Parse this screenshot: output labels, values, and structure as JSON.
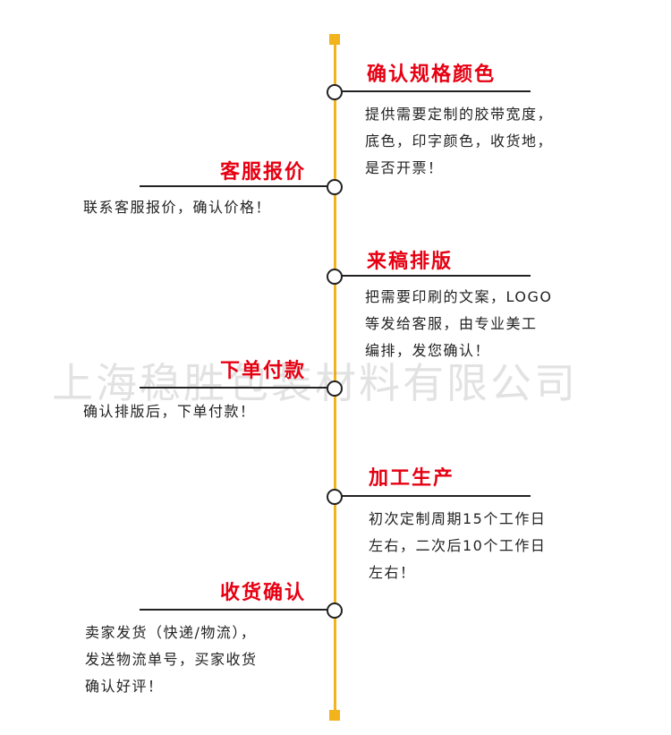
{
  "watermark": "上海稳胜包装材料有限公司",
  "steps": [
    {
      "title": "确认规格颜色",
      "lines": [
        "提供需要定制的胶带宽度，",
        "底色，印字颜色，收货地，",
        "是否开票！"
      ]
    },
    {
      "title": "客服报价",
      "lines": [
        "联系客服报价，确认价格！"
      ]
    },
    {
      "title": "来稿排版",
      "lines": [
        "把需要印刷的文案，LOGO",
        "等发给客服，由专业美工",
        "编排，发您确认！"
      ]
    },
    {
      "title": "下单付款",
      "lines": [
        "确认排版后，下单付款！"
      ]
    },
    {
      "title": "加工生产",
      "lines": [
        "初次定制周期15个工作日",
        "左右，二次后10个工作日",
        "左右！"
      ]
    },
    {
      "title": "收货确认",
      "lines": [
        "卖家发货（快递/物流），",
        "发送物流单号，买家收货",
        "确认好评！"
      ]
    }
  ],
  "colors": {
    "title": "#e60012",
    "axis": "#f2b31c",
    "text": "#222222"
  }
}
